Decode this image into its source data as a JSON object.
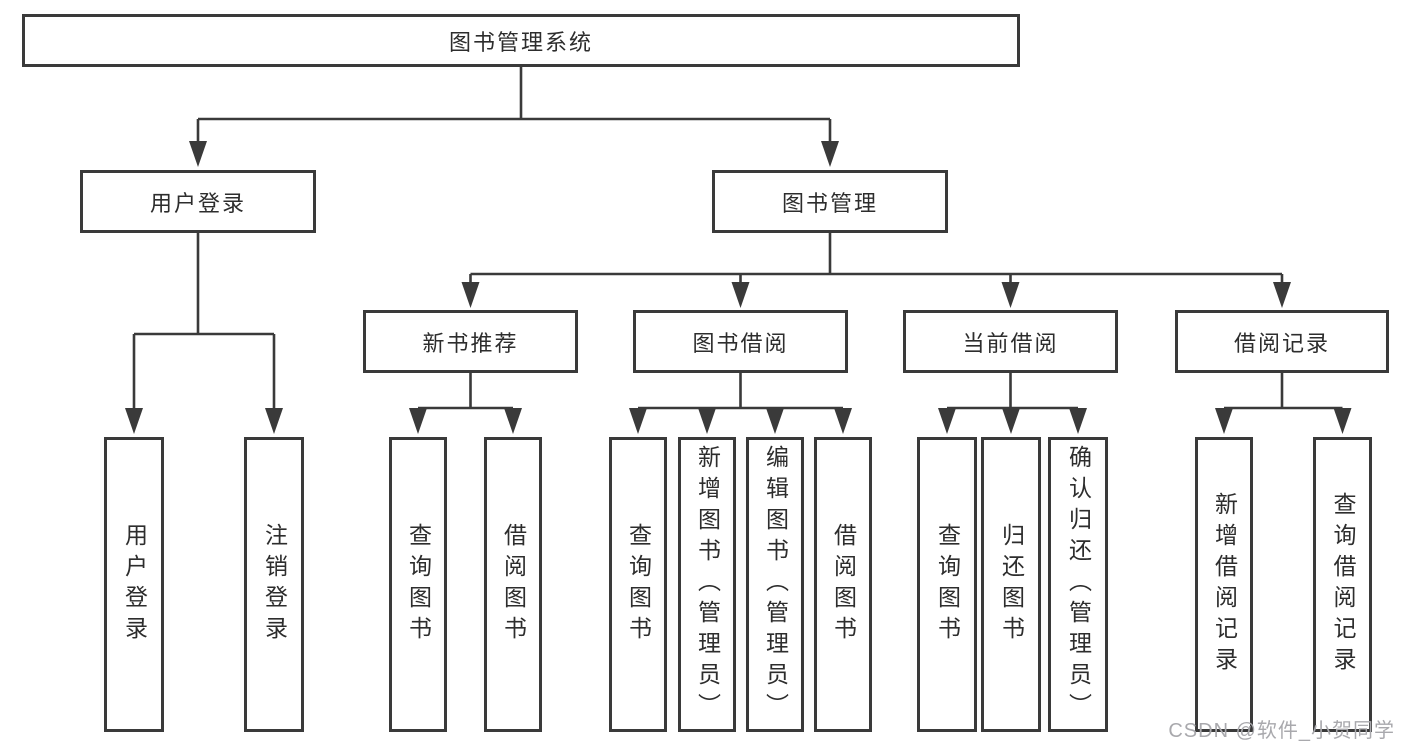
{
  "colors": {
    "line": "#3a3a3a",
    "text": "#2d2d2d",
    "background": "#ffffff",
    "watermark": "#a9a9ad"
  },
  "watermark": {
    "text": "CSDN @软件_小贺同学"
  },
  "diagram": {
    "type": "tree",
    "tree": {
      "label": "图书管理系统",
      "children": [
        {
          "label": "用户登录",
          "children": [
            {
              "label": "用户登录"
            },
            {
              "label": "注销登录"
            }
          ]
        },
        {
          "label": "图书管理",
          "children": [
            {
              "label": "新书推荐",
              "children": [
                {
                  "label": "查询图书"
                },
                {
                  "label": "借阅图书"
                }
              ]
            },
            {
              "label": "图书借阅",
              "children": [
                {
                  "label": "查询图书"
                },
                {
                  "label": "新增图书（管理员）"
                },
                {
                  "label": "编辑图书（管理员）"
                },
                {
                  "label": "借阅图书"
                }
              ]
            },
            {
              "label": "当前借阅",
              "children": [
                {
                  "label": "查询图书"
                },
                {
                  "label": "归还图书"
                },
                {
                  "label": "确认归还（管理员）"
                }
              ]
            },
            {
              "label": "借阅记录",
              "children": [
                {
                  "label": "新增借阅记录"
                },
                {
                  "label": "查询借阅记录"
                }
              ]
            }
          ]
        }
      ]
    }
  }
}
